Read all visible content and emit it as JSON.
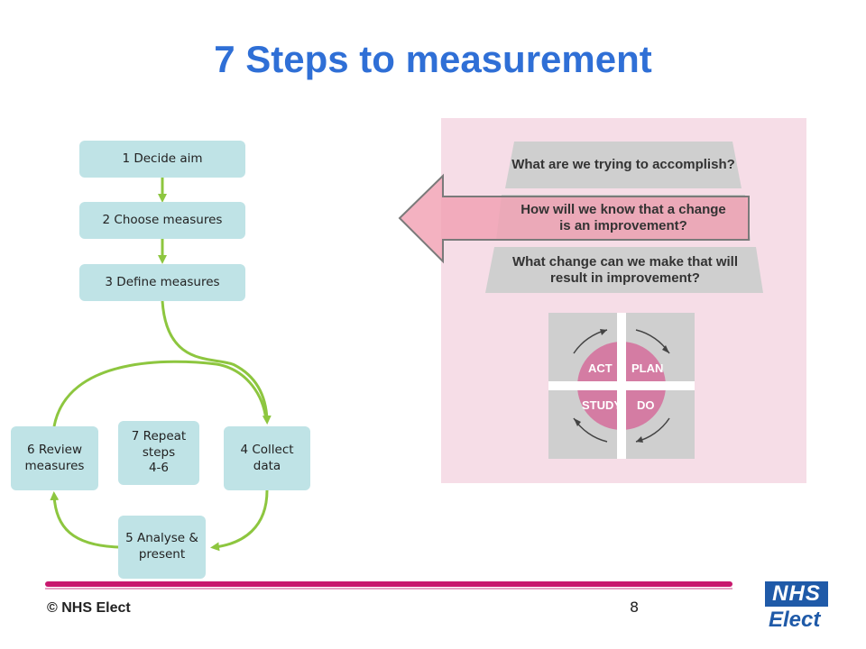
{
  "title": "7 Steps to measurement",
  "steps": [
    {
      "label": "1 Decide aim"
    },
    {
      "label": "2 Choose measures"
    },
    {
      "label": "3 Define measures"
    },
    {
      "label": "4 Collect\ndata"
    },
    {
      "label": "5 Analyse &\npresent"
    },
    {
      "label": "6 Review\nmeasures"
    },
    {
      "label": "7 Repeat\nsteps\n4-6"
    }
  ],
  "model": {
    "questions": [
      "What are we trying to accomplish?",
      "How will we know that a change\nis an improvement?",
      "What change can we make that will\nresult in improvement?"
    ],
    "cycle": {
      "act": "ACT",
      "plan": "PLAN",
      "study": "STUDY",
      "do": "DO"
    }
  },
  "footer": {
    "copyright": "© NHS Elect",
    "page": "8",
    "logo_top": "NHS",
    "logo_bottom": "Elect"
  },
  "colors": {
    "title": "#2f6fd6",
    "box": "#bfe3e6",
    "connector": "#8dc63f",
    "panel": "#f6dde7",
    "circle": "#d47ca3",
    "footer": "#c8186e",
    "logo": "#1f5aa8",
    "highlight": "#f19fb1"
  }
}
